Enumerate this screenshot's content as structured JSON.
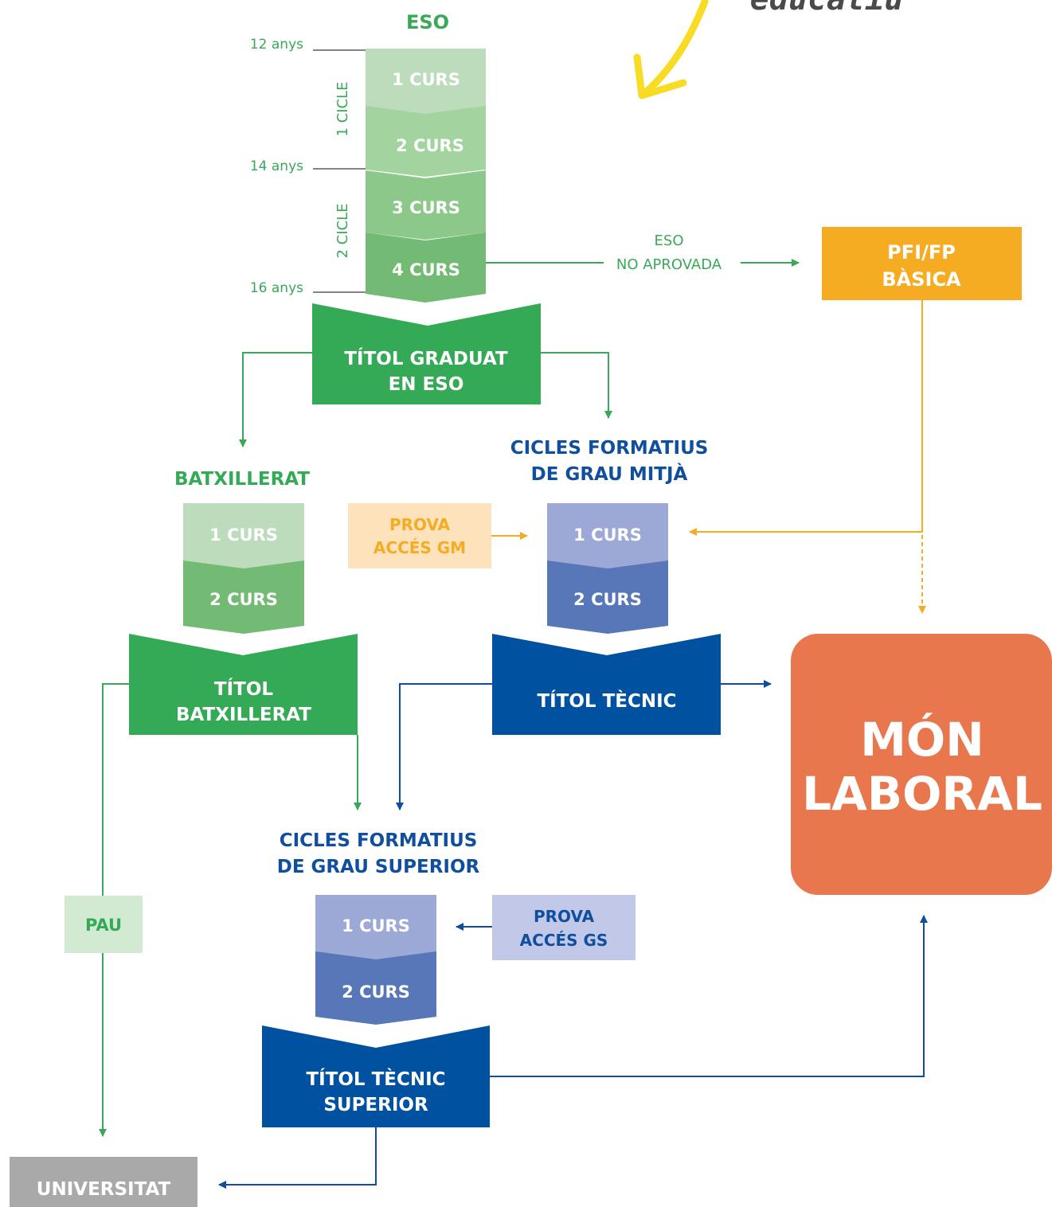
{
  "handwritten_caption": "educatiu",
  "colors": {
    "eso_green": "#3aa859",
    "title_green": "#34aa57",
    "course_green_1": "#bcdcbb",
    "course_green_2": "#a3d39f",
    "course_green_3": "#8bc889",
    "course_green_4": "#73bb74",
    "blue_dark": "#0051a0",
    "blue_text": "#104f9e",
    "blue_course_1": "#9ca8d6",
    "blue_course_2": "#5777b9",
    "blue_light_box": "#c1c8e8",
    "orange": "#f5ac23",
    "orange_light": "#fde2bb",
    "laboral": "#e8774d",
    "pau_box": "#d3ead2",
    "universitat_box": "#a9a9a9",
    "marker_yellow": "#f7dc23"
  },
  "eso": {
    "title": "ESO",
    "age_12": "12 anys",
    "age_14": "14 anys",
    "age_16": "16 anys",
    "cycle_1": "1 CICLE",
    "cycle_2": "2 CICLE",
    "courses": [
      "1 CURS",
      "2 CURS",
      "3 CURS",
      "4 CURS"
    ],
    "diploma_line1": "TÍTOL GRADUAT",
    "diploma_line2": "EN ESO"
  },
  "eso_no_aprovada": {
    "line1": "ESO",
    "line2": "NO APROVADA"
  },
  "pfi": {
    "line1": "PFI/FP",
    "line2": "BÀSICA"
  },
  "batxillerat": {
    "title": "BATXILLERAT",
    "courses": [
      "1 CURS",
      "2 CURS"
    ],
    "diploma_line1": "TÍTOL",
    "diploma_line2": "BATXILLERAT"
  },
  "grau_mitja": {
    "title_line1": "CICLES FORMATIUS",
    "title_line2": "DE GRAU MITJÀ",
    "courses": [
      "1 CURS",
      "2 CURS"
    ],
    "diploma": "TÍTOL TÈCNIC",
    "access_line1": "PROVA",
    "access_line2": "ACCÉS GM"
  },
  "grau_superior": {
    "title_line1": "CICLES FORMATIUS",
    "title_line2": "DE GRAU SUPERIOR",
    "courses": [
      "1 CURS",
      "2 CURS"
    ],
    "diploma_line1": "TÍTOL TÈCNIC",
    "diploma_line2": "SUPERIOR",
    "access_line1": "PROVA",
    "access_line2": "ACCÉS GS"
  },
  "mon_laboral": {
    "line1": "MÓN",
    "line2": "LABORAL"
  },
  "pau": "PAU",
  "universitat": "UNIVERSITAT"
}
